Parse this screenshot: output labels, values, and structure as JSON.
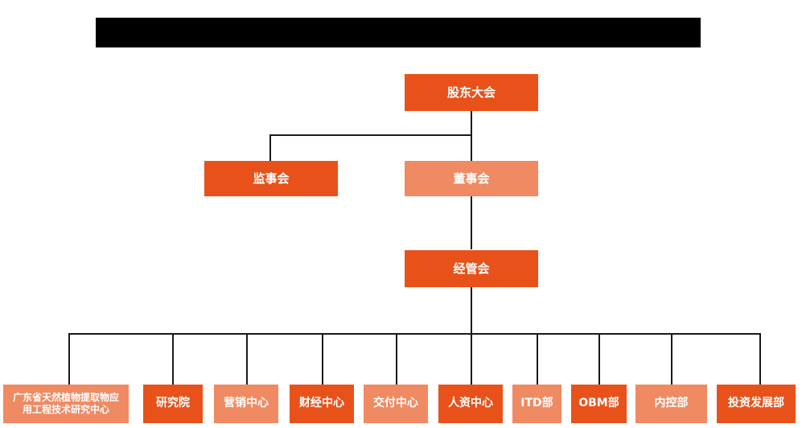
{
  "diagram": {
    "title_bar": {
      "name": "redacted-title-bar",
      "text": ""
    },
    "type": "organization-chart",
    "colors": {
      "primary_orange": "#e8521a",
      "secondary_salmon": "#ef8a62",
      "connector": "#1a1a1a",
      "background": "#ffffff",
      "redaction": "#000000",
      "label_text": "#ffffff"
    },
    "levels": [
      {
        "level": 1,
        "nodes": [
          {
            "id": "shareholders-meeting",
            "label": "股东大会",
            "style": "primary"
          }
        ]
      },
      {
        "level": 2,
        "nodes": [
          {
            "id": "board-of-supervisors",
            "label": "监事会",
            "style": "primary"
          },
          {
            "id": "board-of-directors",
            "label": "董事会",
            "style": "secondary"
          }
        ]
      },
      {
        "level": 3,
        "nodes": [
          {
            "id": "management-committee",
            "label": "经管会",
            "style": "primary"
          }
        ]
      },
      {
        "level": 4,
        "nodes": [
          {
            "id": "guangdong-research-center",
            "label": "广东省天然植物提取物应\n用工程技术研究中心",
            "style": "secondary"
          },
          {
            "id": "research-institute",
            "label": "研究院",
            "style": "primary"
          },
          {
            "id": "marketing-center",
            "label": "营销中心",
            "style": "secondary"
          },
          {
            "id": "finance-center",
            "label": "财经中心",
            "style": "primary"
          },
          {
            "id": "delivery-center",
            "label": "交付中心",
            "style": "secondary"
          },
          {
            "id": "hr-center",
            "label": "人资中心",
            "style": "primary"
          },
          {
            "id": "itd-department",
            "label": "ITD部",
            "style": "secondary"
          },
          {
            "id": "obm-department",
            "label": "OBM部",
            "style": "primary"
          },
          {
            "id": "internal-control-department",
            "label": "内控部",
            "style": "secondary"
          },
          {
            "id": "investment-development-department",
            "label": "投资发展部",
            "style": "primary"
          }
        ]
      }
    ]
  }
}
